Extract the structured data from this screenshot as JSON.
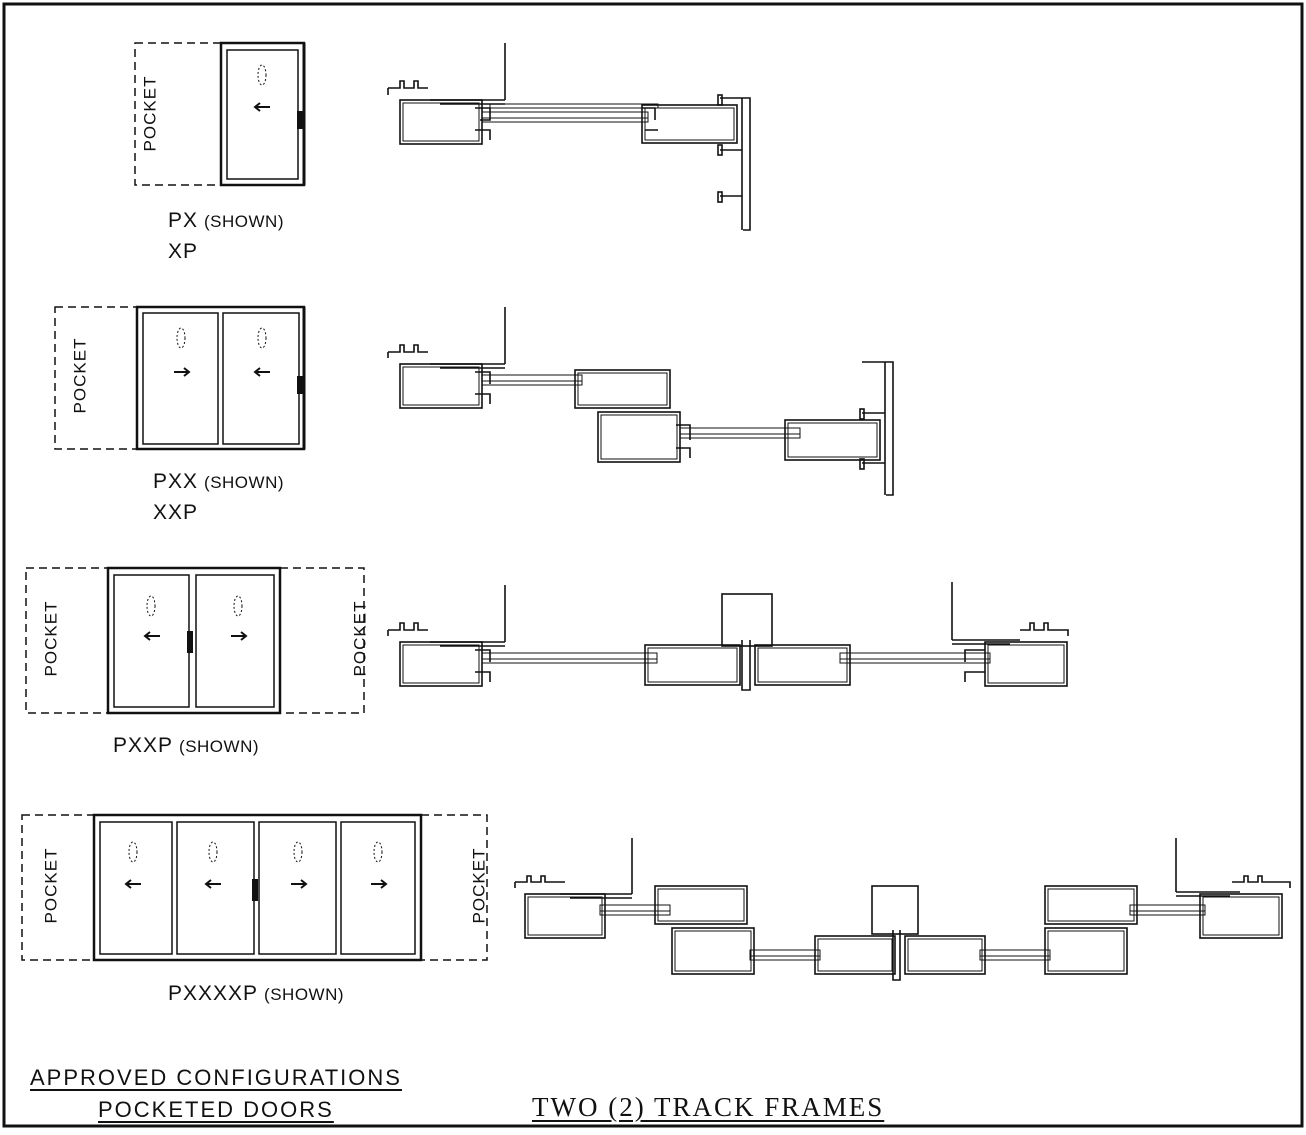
{
  "configurations": [
    {
      "code_primary": "PX",
      "shown": "(SHOWN)",
      "code_alt": "XP",
      "pocket_left": "POCKET",
      "pocket_right": ""
    },
    {
      "code_primary": "PXX",
      "shown": "(SHOWN)",
      "code_alt": "XXP",
      "pocket_left": "POCKET",
      "pocket_right": ""
    },
    {
      "code_primary": "PXXP",
      "shown": "(SHOWN)",
      "code_alt": "",
      "pocket_left": "POCKET",
      "pocket_right": "POCKET"
    },
    {
      "code_primary": "PXXXXP",
      "shown": "(SHOWN)",
      "code_alt": "",
      "pocket_left": "POCKET",
      "pocket_right": "POCKET"
    }
  ],
  "footer": {
    "left_line1": "APPROVED CONFIGURATIONS",
    "left_line2": "POCKETED DOORS",
    "right_title": "TWO (2) TRACK FRAMES"
  }
}
